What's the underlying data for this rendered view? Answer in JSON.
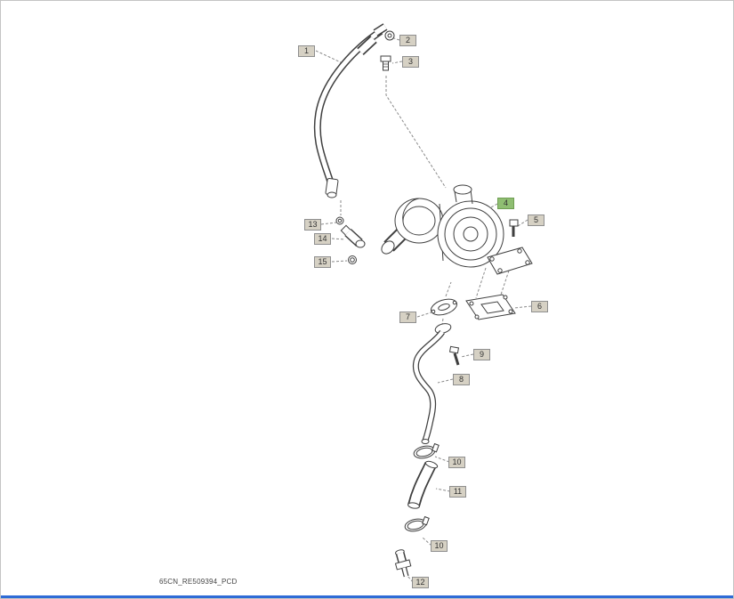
{
  "page": {
    "caption": "65CN_RE509394_PCD"
  },
  "colors": {
    "callout_bg": "#d6d1c4",
    "callout_border": "#8f8f8f",
    "callout_text": "#333333",
    "callout_highlight_bg": "#8fbe72",
    "callout_highlight_border": "#6f9e52",
    "line_art": "#3f3f3f",
    "leader_line": "#8a8a8a",
    "bottom_bar": "#2e6bd6",
    "background": "#ffffff"
  },
  "callouts": [
    {
      "label": "1",
      "highlighted": false
    },
    {
      "label": "2",
      "highlighted": false
    },
    {
      "label": "3",
      "highlighted": false
    },
    {
      "label": "4",
      "highlighted": true
    },
    {
      "label": "5",
      "highlighted": false
    },
    {
      "label": "6",
      "highlighted": false
    },
    {
      "label": "7",
      "highlighted": false
    },
    {
      "label": "8",
      "highlighted": false
    },
    {
      "label": "9",
      "highlighted": false
    },
    {
      "label": "10",
      "highlighted": false
    },
    {
      "label": "11",
      "highlighted": false
    },
    {
      "label": "10",
      "highlighted": false
    },
    {
      "label": "12",
      "highlighted": false
    },
    {
      "label": "13",
      "highlighted": false
    },
    {
      "label": "14",
      "highlighted": false
    },
    {
      "label": "15",
      "highlighted": false
    }
  ]
}
